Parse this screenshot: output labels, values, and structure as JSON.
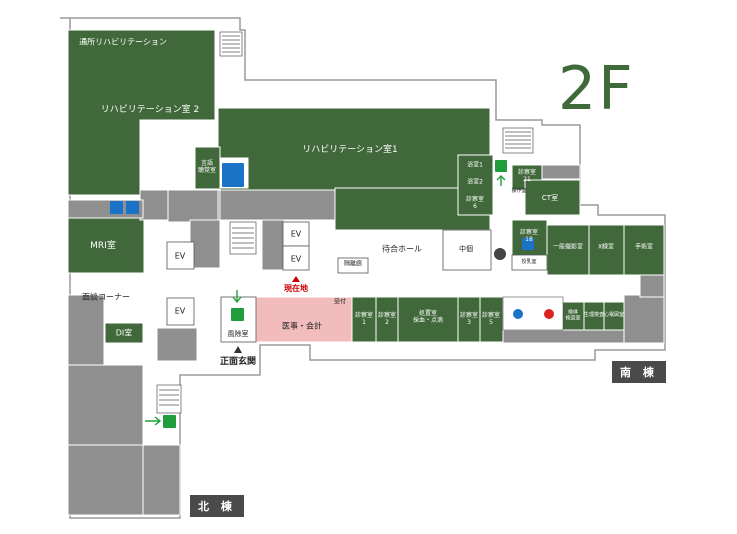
{
  "floor_label": "2F",
  "wings": {
    "north": "北 棟",
    "south": "南 棟"
  },
  "you_are_here": "現在地",
  "main_entrance": "正面玄関",
  "colors": {
    "room": "#41683b",
    "corridor": "#ffffff",
    "service": "#8f8f8f",
    "reception": "#f2bcbc",
    "accent": "#3d6a38"
  },
  "rooms": {
    "outpatient_rehab": "通所リハビリテーション",
    "rehab2": "リハビリテーション室 2",
    "rehab1": "リハビリテーション室1",
    "speech": "言語\n聴覚室",
    "mri": "MRI室",
    "di": "DI室",
    "consult_corner": "面談コーナー",
    "ev1": "EV",
    "ev2": "EV",
    "ev3": "EV",
    "ev4": "EV",
    "wind_room": "風除室",
    "waiting_hall": "待合ホール",
    "meeting_room": "中個",
    "medicine": "隔離廊",
    "reception_counter": "受付",
    "medical_accounting": "医事・会計",
    "exam1": "診察室\n1",
    "exam2": "診察室\n2",
    "treatment": "処置室\n採血・点滴",
    "exam3": "診察室\n3",
    "exam5": "診察室\n5",
    "bath1": "浴室1",
    "bath2": "浴室2",
    "exam6": "診察室\n6",
    "exam21": "診察室\n21",
    "control": "操作室",
    "ct": "CT室",
    "exam18": "診察室\n18",
    "nursing": "授乳室",
    "general_xray": "一般撮影室",
    "xray_tv": "X線室",
    "surgery": "手術室",
    "prep": "検体\n検査室",
    "physio": "生理検査",
    "ecg": "心電図室"
  },
  "icons": [
    "wheelchair-icon",
    "toilet-man-icon",
    "toilet-woman-icon",
    "emergency-exit-icon",
    "info-icon",
    "stairs-icon"
  ]
}
